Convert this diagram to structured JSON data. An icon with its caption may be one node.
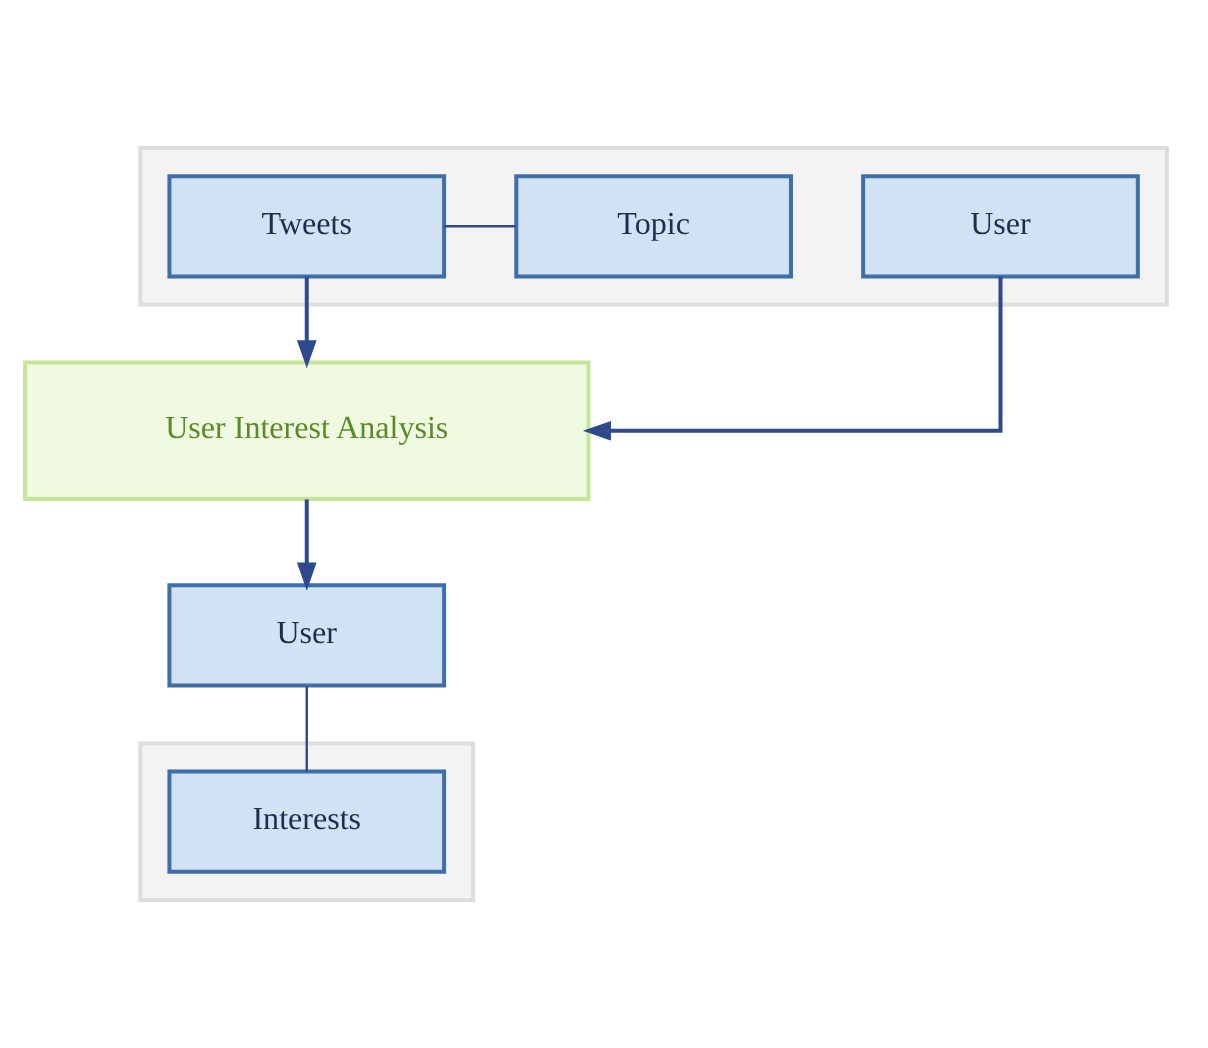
{
  "diagram": {
    "nodes": [
      {
        "text": [],
        "shape": "box"
      },
      {
        "text": [
          "User"
        ],
        "in": 0
      },
      {
        "text": [
          "Topic"
        ],
        "in": 0
      },
      {
        "text": [
          "Tweets"
        ],
        "in": 0
      },
      {
        "text": [
          "User Interest Analysis"
        ]
      },
      {
        "text": [
          "User"
        ]
      },
      {
        "text": [],
        "shape": "box"
      },
      {
        "text": [
          "Interests"
        ],
        "in": 6
      }
    ],
    "edges": [
      {
        "from": 1,
        "to": 4,
        "arrow": "to"
      },
      {
        "from": 3,
        "to": 4,
        "arrow": "to"
      },
      {
        "from": 2,
        "to": 3,
        "arrow": "none"
      },
      {
        "from": 4,
        "to": 5,
        "arrow": "to"
      },
      {
        "from": 5,
        "to": 7,
        "arrow": "none"
      }
    ]
  }
}
